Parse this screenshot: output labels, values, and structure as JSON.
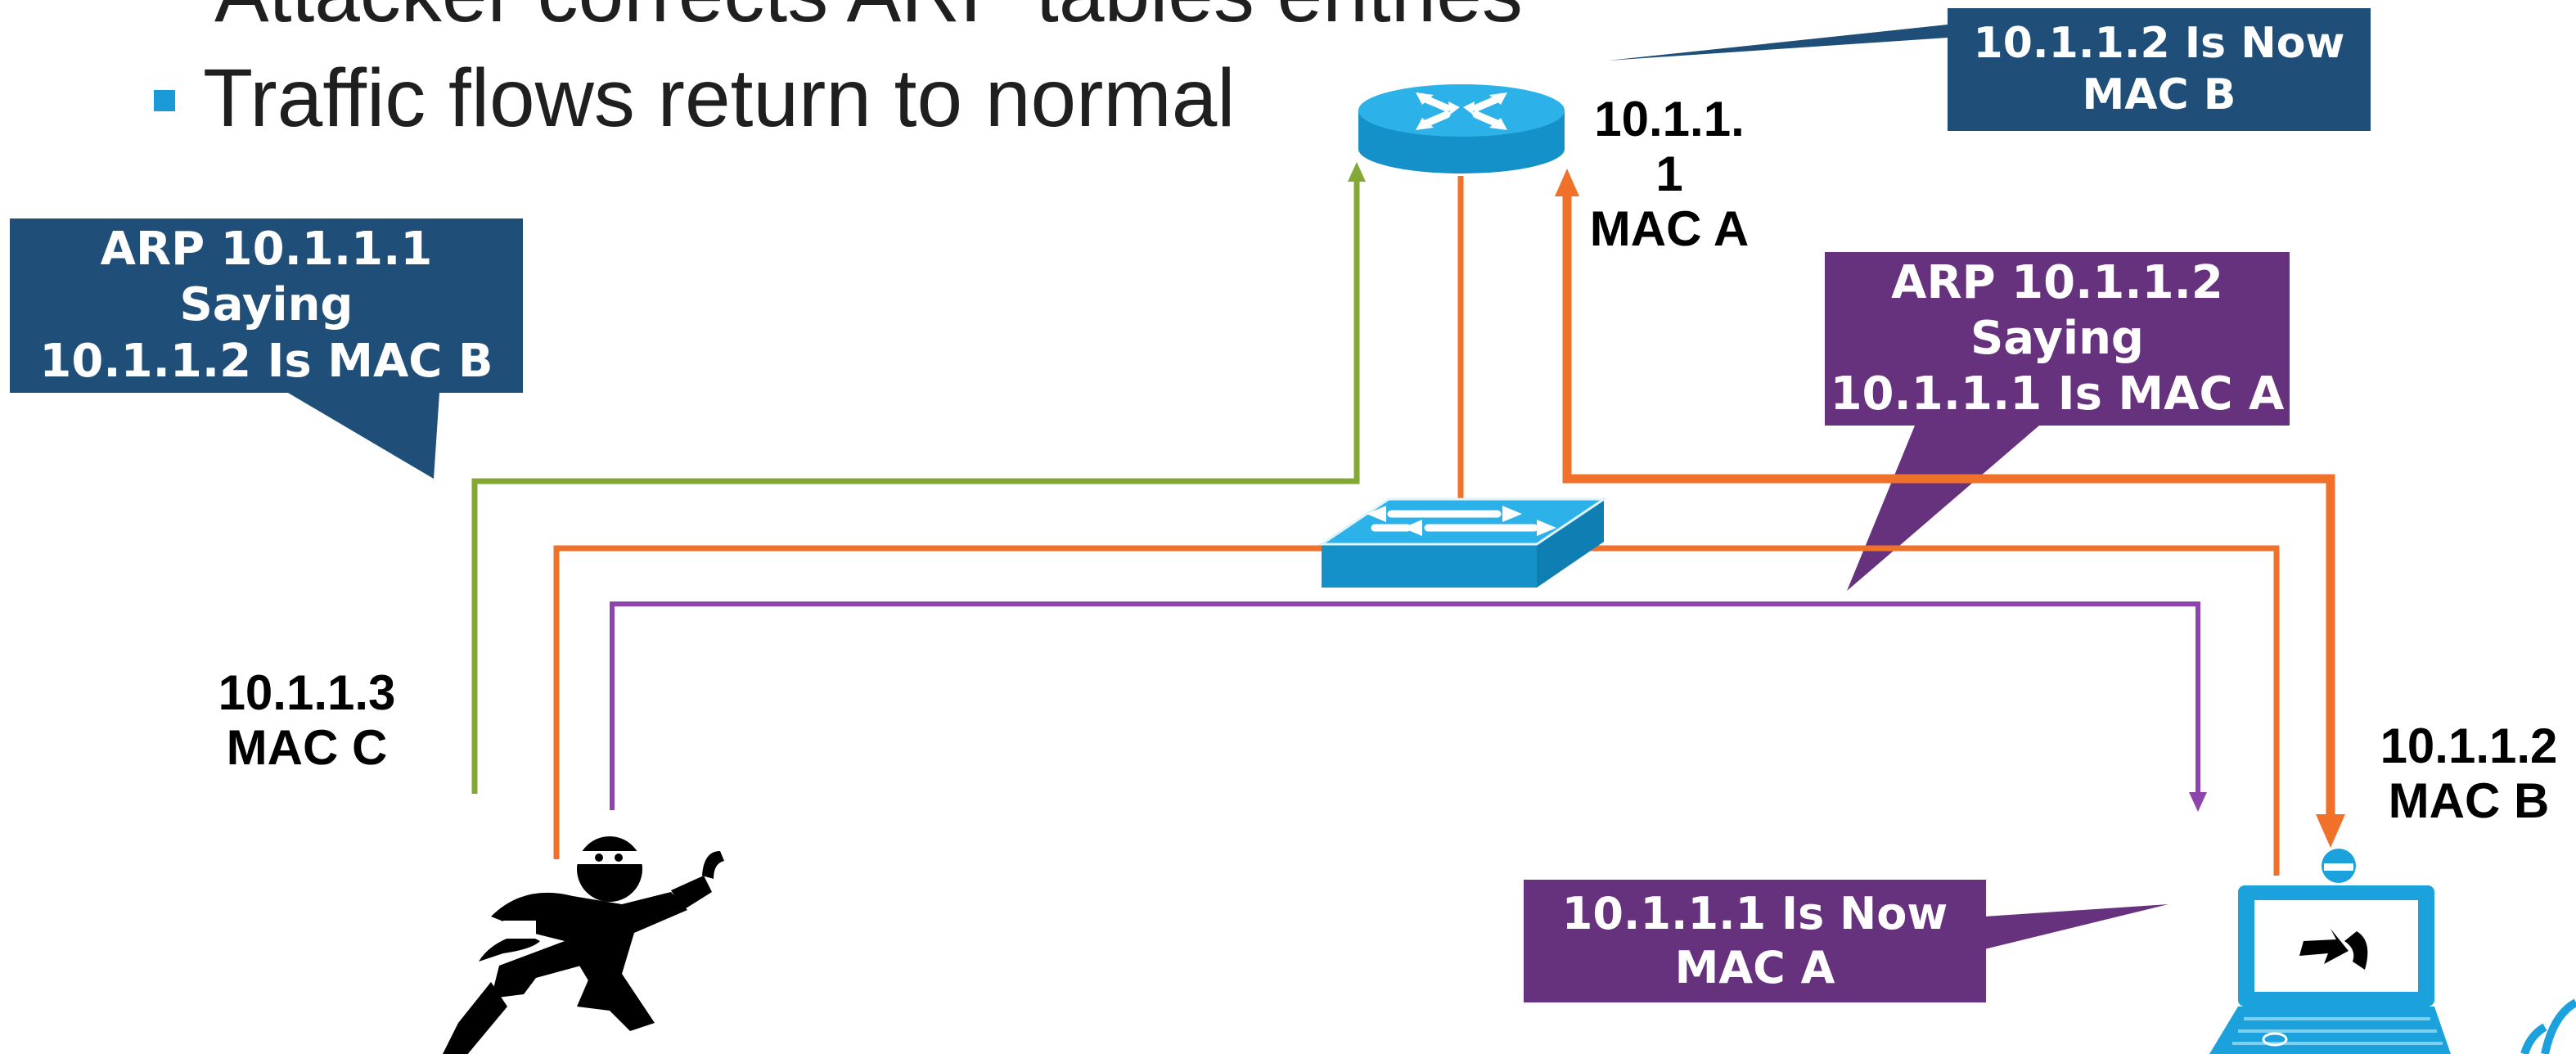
{
  "slide": {
    "partial_bullet": "Attacker corrects ARP tables entries",
    "bullet": "Traffic flows return to normal"
  },
  "callouts": {
    "top_right": [
      "10.1.1.2 Is Now",
      "MAC B"
    ],
    "left": [
      "ARP 10.1.1.1 Saying",
      "10.1.1.2 Is MAC B"
    ],
    "right_mid": [
      "ARP 10.1.1.2 Saying",
      "10.1.1.1 Is MAC A"
    ],
    "bottom": [
      "10.1.1.1 Is Now",
      "MAC A"
    ]
  },
  "devices": {
    "router": {
      "icon": "router-icon",
      "label": [
        "10.1.1.",
        "1",
        "MAC A"
      ]
    },
    "switch": {
      "icon": "switch-icon"
    },
    "attacker": {
      "icon": "attacker-icon",
      "label": [
        "10.1.1.3",
        "MAC C"
      ]
    },
    "laptop": {
      "icon": "laptop-icon",
      "label": [
        "10.1.1.2",
        "MAC B"
      ]
    }
  },
  "colors": {
    "orange": "#f0722a",
    "green": "#84a835",
    "purple": "#8e44ad",
    "callout_blue": "#1f4e79",
    "callout_purple": "#67327d",
    "device_blue": "#1ba1dc",
    "bullet_square": "#1a9ad9"
  }
}
